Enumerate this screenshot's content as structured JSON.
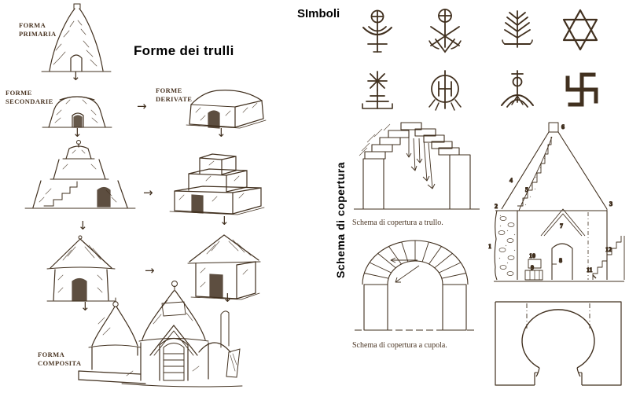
{
  "colors": {
    "ink": "#41301f",
    "label": "#4a3523",
    "title": "#000000",
    "background": "#ffffff"
  },
  "left_panel": {
    "title": "Forme dei trulli",
    "stage_labels": {
      "primaria": "FORMA\nPRIMARIA",
      "secondarie": "FORME\nSECONDARIE",
      "derivate": "FORME\nDERIVATE",
      "composita": "FORMA\nCOMPOSITA"
    },
    "drawings": [
      "primary-cone-trullo",
      "secondary-dome-trullo",
      "tiered-trullo-with-stairs",
      "cylindrical-cone-roof-trullo",
      "derived-squat-block-trullo",
      "derived-stepped-pyramid-trullo",
      "derived-pyramid-roof-trullo",
      "composite-multi-cone-trullo"
    ],
    "arrows": {
      "down": "↓",
      "right": "→"
    }
  },
  "right_panel": {
    "symbols_title": "SImboli",
    "symbols": [
      "cross-orb-over-crescents",
      "cross-orb-anchor-figure",
      "tree-of-life",
      "star-of-david",
      "star-on-staff",
      "circled-monogram",
      "arched-staff-emblem",
      "hooked-cross"
    ],
    "covering_label": "Schema di copertura",
    "captions": {
      "trullo": "Schema di copertura a trullo.",
      "cupola": "Schema di copertura a cupola."
    },
    "section_numbers": [
      "1",
      "2",
      "3",
      "4",
      "5",
      "6",
      "7",
      "8",
      "9",
      "10",
      "11",
      "12"
    ]
  }
}
